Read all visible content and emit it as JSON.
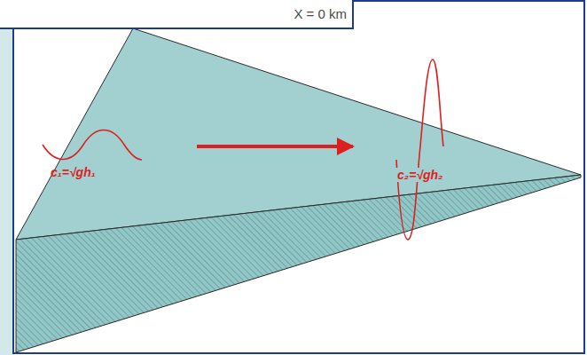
{
  "diagram": {
    "nodes": [
      {
        "text": [
          "X = 0 km"
        ]
      }
    ],
    "labels": [
      "c₁=√gh₁",
      "c₂=√gh₂"
    ]
  }
}
